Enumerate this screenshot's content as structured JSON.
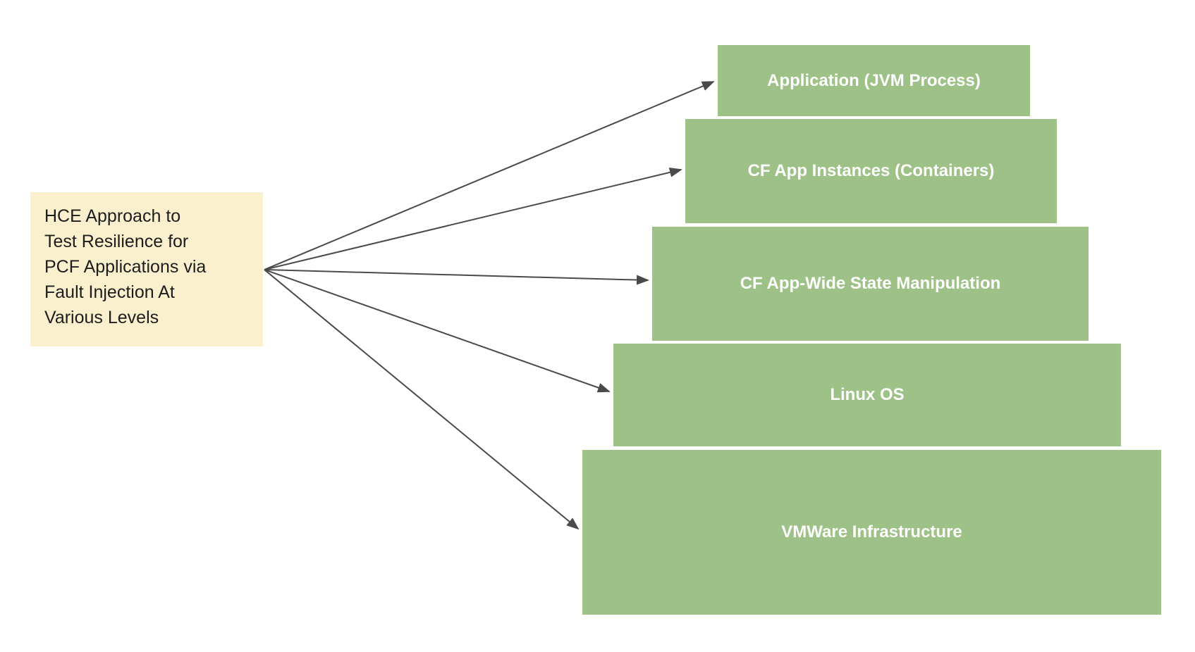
{
  "diagram": {
    "title_note": {
      "text": "HCE Approach to Test Resilience for PCF Applications via Fault Injection At Various Levels",
      "lines": [
        "HCE Approach to",
        "Test Resilience for",
        "PCF Applications via",
        "Fault Injection At",
        "Various Levels"
      ],
      "bg_color": "#faf0cd",
      "text_color": "#1d1d1d"
    },
    "levels": [
      {
        "label": "Application (JVM Process)"
      },
      {
        "label": "CF App Instances (Containers)"
      },
      {
        "label": "CF App-Wide State Manipulation"
      },
      {
        "label": "Linux OS"
      },
      {
        "label": "VMWare Infrastructure"
      }
    ],
    "connections": [
      {
        "from": "title-note",
        "to": "Application (JVM Process)"
      },
      {
        "from": "title-note",
        "to": "CF App Instances (Containers)"
      },
      {
        "from": "title-note",
        "to": "CF App-Wide State Manipulation"
      },
      {
        "from": "title-note",
        "to": "Linux OS"
      },
      {
        "from": "title-note",
        "to": "VMWare Infrastructure"
      }
    ],
    "colors": {
      "level_fill": "#9dc186",
      "level_text": "#ffffff",
      "note_fill": "#faf0cd",
      "note_text": "#1d1d1d",
      "arrow": "#4a4a4a",
      "background": "#ffffff"
    }
  }
}
